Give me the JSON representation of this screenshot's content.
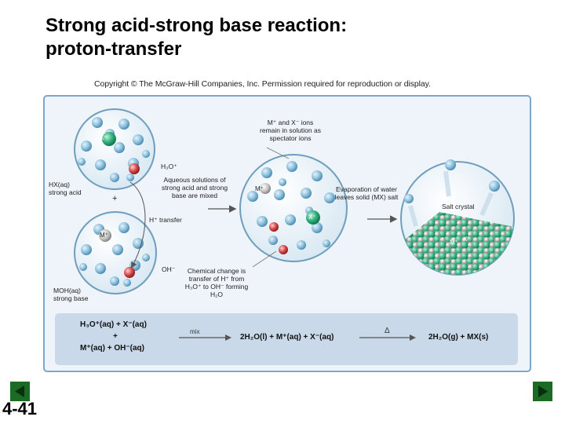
{
  "slide": {
    "title_line1": "Strong acid-strong base reaction:",
    "title_line2": "proton-transfer",
    "copyright": "Copyright © The McGraw-Hill Companies, Inc. Permission required for reproduction or display.",
    "page_number": "4-41"
  },
  "figure": {
    "labels": {
      "x_minus_top": "X⁻",
      "h3o_plus": "H₃O⁺",
      "hx": "HX(aq)",
      "strong_acid": "strong acid",
      "plus_sign": "+",
      "h_transfer": "H⁺ transfer",
      "m_plus_left": "M⁺",
      "oh_minus": "OH⁻",
      "moh": "MOH(aq)",
      "strong_base": "strong base",
      "aqueous_mix": "Aqueous solutions of strong acid and strong base are mixed",
      "spectator": "M⁺ and X⁻ ions remain in solution as spectator ions",
      "m_plus_center": "M⁺",
      "x_minus_center": "X⁻",
      "chemical_change": "Chemical change is transfer of H⁺ from H₃O⁺ to OH⁻ forming H₂O",
      "evaporation": "Evaporation of water leaves solid (MX) salt",
      "salt_crystal": "Salt crystal",
      "m_plus_crystal": "M⁺",
      "x_minus_crystal": "X⁻"
    },
    "equations": {
      "reactant_acid": "H₃O⁺(aq) + X⁻(aq)",
      "plus": "+",
      "reactant_base": "M⁺(aq) + OH⁻(aq)",
      "mix_label": "mix",
      "middle": "2H₂O(l) + M⁺(aq) + X⁻(aq)",
      "heat_label": "Δ",
      "product": "2H₂O(g) + MX(s)"
    }
  },
  "colors": {
    "frame_border": "#7da6c9",
    "panel": "#c9d9ea",
    "water": "#7fb0cf",
    "cation": "#b8b8b8",
    "anion": "#2a9d6e",
    "hydronium": "#d64545",
    "nav_button": "#1c6b24"
  },
  "icons": {
    "prev": "previous-slide-icon",
    "next": "next-slide-icon"
  }
}
